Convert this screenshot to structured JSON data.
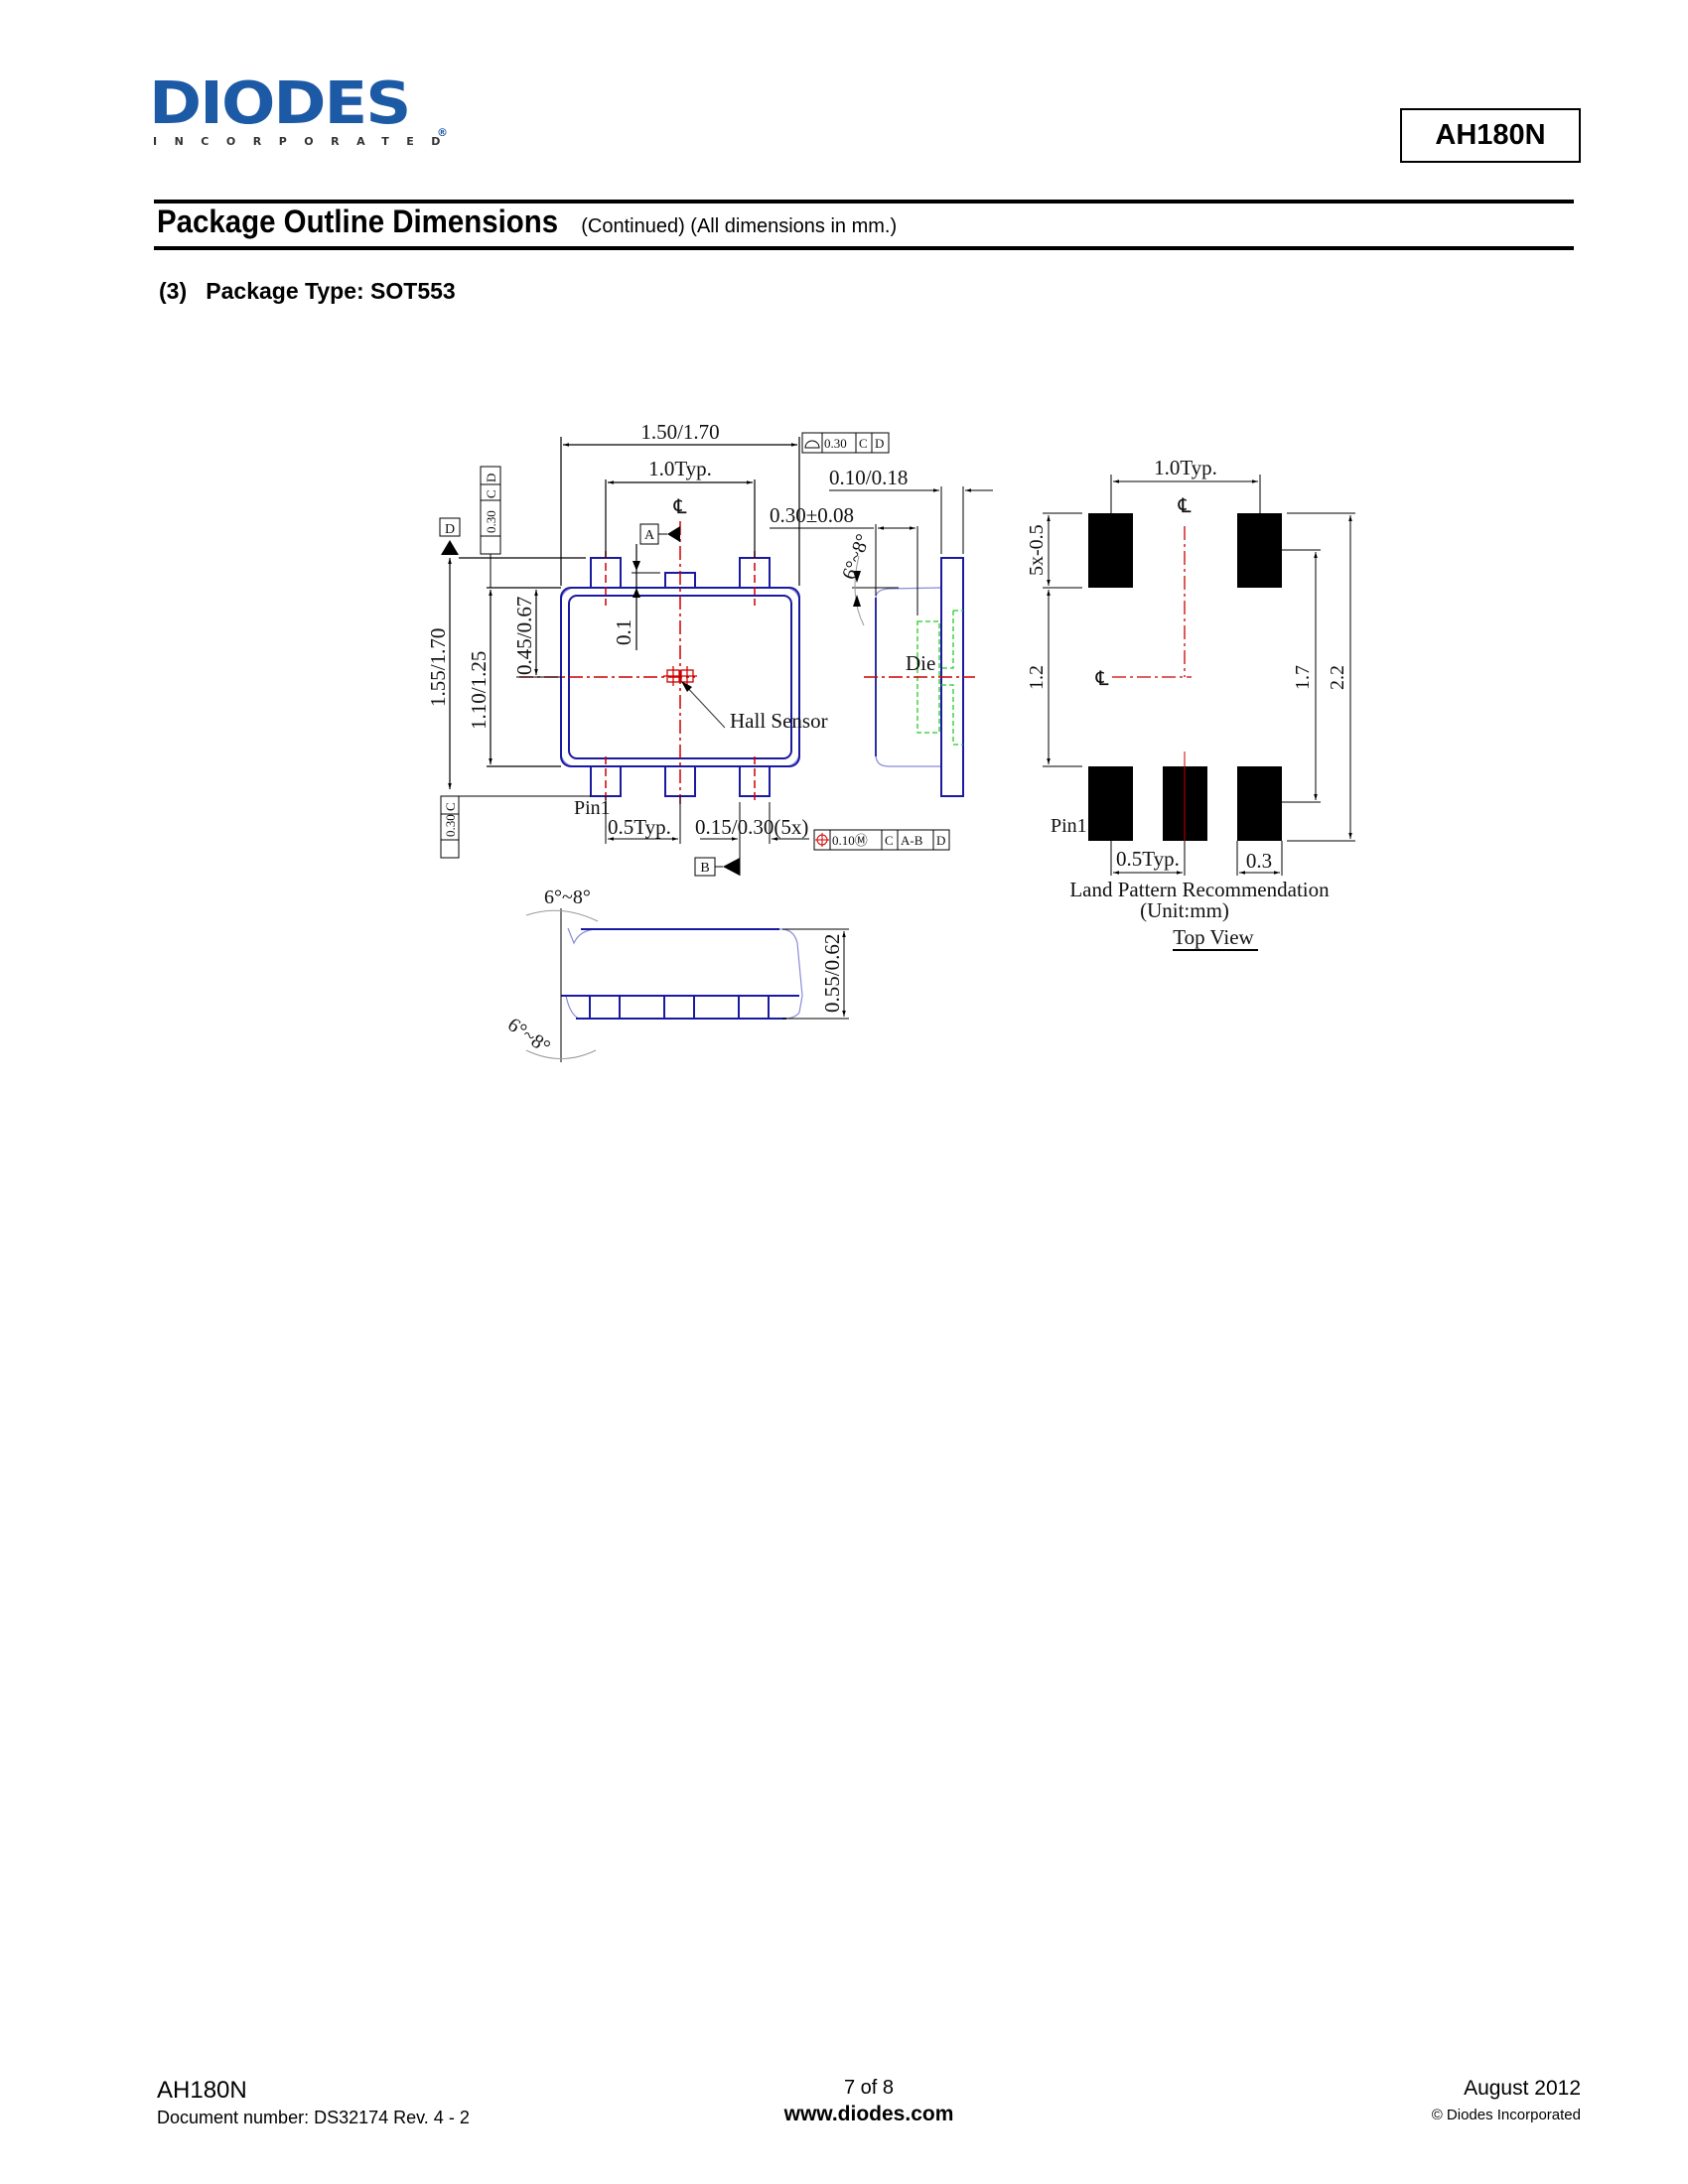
{
  "header": {
    "logo_text": "DIODES",
    "logo_subtext": "INCORPORATED",
    "logo_registered": "®",
    "part_number": "AH180N",
    "brand_color": "#1d5aa6"
  },
  "section": {
    "title": "Package Outline Dimensions",
    "subtitle": "(Continued) (All dimensions in mm.)",
    "item_number": "(3)",
    "item_label": "Package Type: SOT553"
  },
  "drawing": {
    "top_view": {
      "overall_width": "1.50/1.70",
      "lead_pitch_outer": "1.0Typ.",
      "flatness_frame": [
        "0.30",
        "C",
        "D"
      ],
      "datum_a": "A",
      "datum_b": "B",
      "datum_c": "C",
      "datum_d": "D",
      "centerline": "℄",
      "dim_0_1": "0.1",
      "dim_overall_height": "1.55/1.70",
      "dim_body_height": "1.10/1.25",
      "dim_sensor_offset": "0.45/0.67",
      "hall_sensor_label": "Hall Sensor",
      "pin1_label": "Pin1",
      "lead_pitch": "0.5Typ.",
      "lead_width": "0.15/0.30(5x)",
      "position_frame": [
        "0.10Ⓜ",
        "C",
        "A-B",
        "D"
      ],
      "left_frame": [
        "0.30",
        "C",
        "D"
      ],
      "bottom_left_frame": [
        "0.30",
        "C"
      ]
    },
    "side_view": {
      "lead_thickness": "0.10/0.18",
      "die_depth": "0.30±0.08",
      "draft_angle": "6°~8°",
      "die_label": "Die"
    },
    "end_view": {
      "draft_angle_top": "6°~8°",
      "draft_angle_bottom": "6°~8°",
      "height": "0.55/0.62"
    },
    "land_pattern": {
      "pitch_outer": "1.0Typ.",
      "pad_length": "5x-0.5",
      "gap": "1.2",
      "inner_span": "1.7",
      "outer_span": "2.2",
      "pin1_label": "Pin1",
      "pitch": "0.5Typ.",
      "pad_width": "0.3",
      "caption": "Land Pattern Recommendation",
      "unit": "(Unit:mm)",
      "view_label": "Top View"
    }
  },
  "footer": {
    "part_number": "AH180N",
    "document_number": "Document number: DS32174 Rev. 4 - 2",
    "page": "7 of 8",
    "website": "www.diodes.com",
    "date": "August 2012",
    "copyright": "© Diodes Incorporated"
  }
}
